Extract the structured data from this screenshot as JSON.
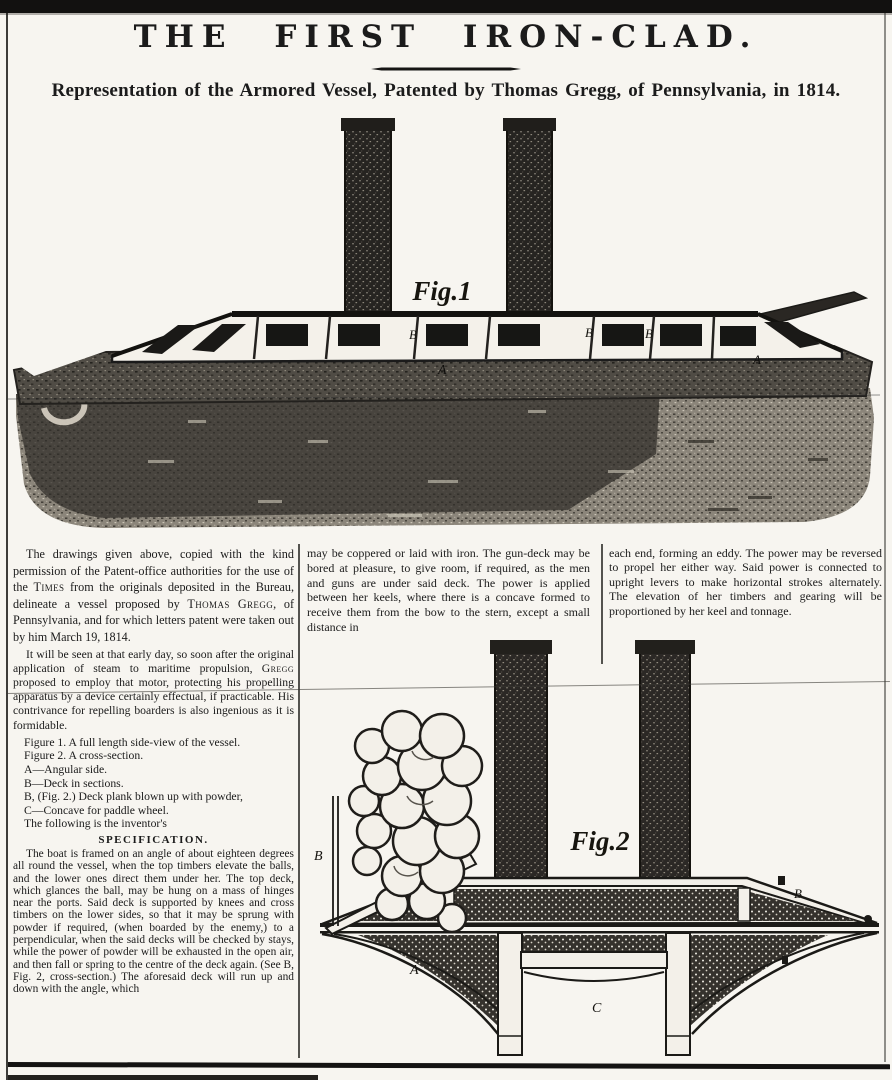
{
  "masthead": {
    "title": "THE FIRST IRON-CLAD.",
    "subtitle": "Representation of the Armored Vessel, Patented by Thomas Gregg, of Pennsylvania, in 1814."
  },
  "figure1": {
    "label": "Fig.1",
    "letter_b1": "B",
    "letter_b2": "B",
    "letter_b3": "B",
    "letter_a1": "A",
    "letter_a2": "A"
  },
  "figure2": {
    "label": "Fig.2",
    "letter_b_left": "B",
    "letter_a_lower": "A",
    "letter_c_bottom": "C",
    "letter_b_right": "B"
  },
  "article": {
    "col1": {
      "p1_seg1": "The drawings given above, copied with the kind permission of the Patent-office authorities for the use of the ",
      "p1_name1": "Times",
      "p1_seg2": " from the originals deposited in the Bureau, delineate a vessel proposed by ",
      "p1_name2": "Thomas Gregg",
      "p1_seg3": ", of Pennsylvania, and for which letters patent were taken out by him March 19, 1814.",
      "p2_seg1": "It will be seen at that early day, so soon after the original application of steam to maritime propulsion, ",
      "p2_name1": "Gregg",
      "p2_seg2": " proposed to employ that motor, protecting his propelling apparatus by a device certainly effectual, if practicable.  His contrivance for repelling boarders is also ingenious as it is formidable.",
      "list": [
        "Figure 1. A full length side-view of the vessel.",
        "Figure 2. A cross-section.",
        "A—Angular side.",
        "B—Deck in sections.",
        "B, (Fig. 2.) Deck plank blown up with powder,",
        "C—Concave for paddle wheel.",
        "The following is the inventor's"
      ],
      "spec_heading": "SPECIFICATION.",
      "p3": "The boat is framed on an angle of about eighteen degrees all round the vessel, when the top timbers elevate the balls, and the lower ones direct them under her.  The top deck, which glances the ball, may be hung on a mass of hinges near the ports.  Said deck is supported by knees and cross timbers on the lower sides, so that it may be sprung with powder if required, (when boarded by the enemy,) to a perpendicular, when the said decks will be checked by stays, while the power of powder will be exhausted in the open air, and then fall or spring to the centre of the deck again. (See B, Fig. 2, cross-section.)  The aforesaid deck will run up and down with the angle, which"
    },
    "col2": {
      "p1": "may be coppered or laid with iron.  The gun-deck may be bored at pleasure, to give room, if required, as the men and guns are under said deck. The power is applied between her keels, where there is a concave formed to receive them from the bow to the stern, except a small distance in"
    },
    "col3": {
      "p1": "each end, forming an eddy.  The power may be reversed to propel her either way.  Said power is connected to upright levers to make horizontal strokes alternately.  The elevation of her timbers and gearing will be proportioned by her keel and tonnage."
    }
  },
  "colors": {
    "paper": "#f7f5f0",
    "ink": "#1b1b1b"
  }
}
